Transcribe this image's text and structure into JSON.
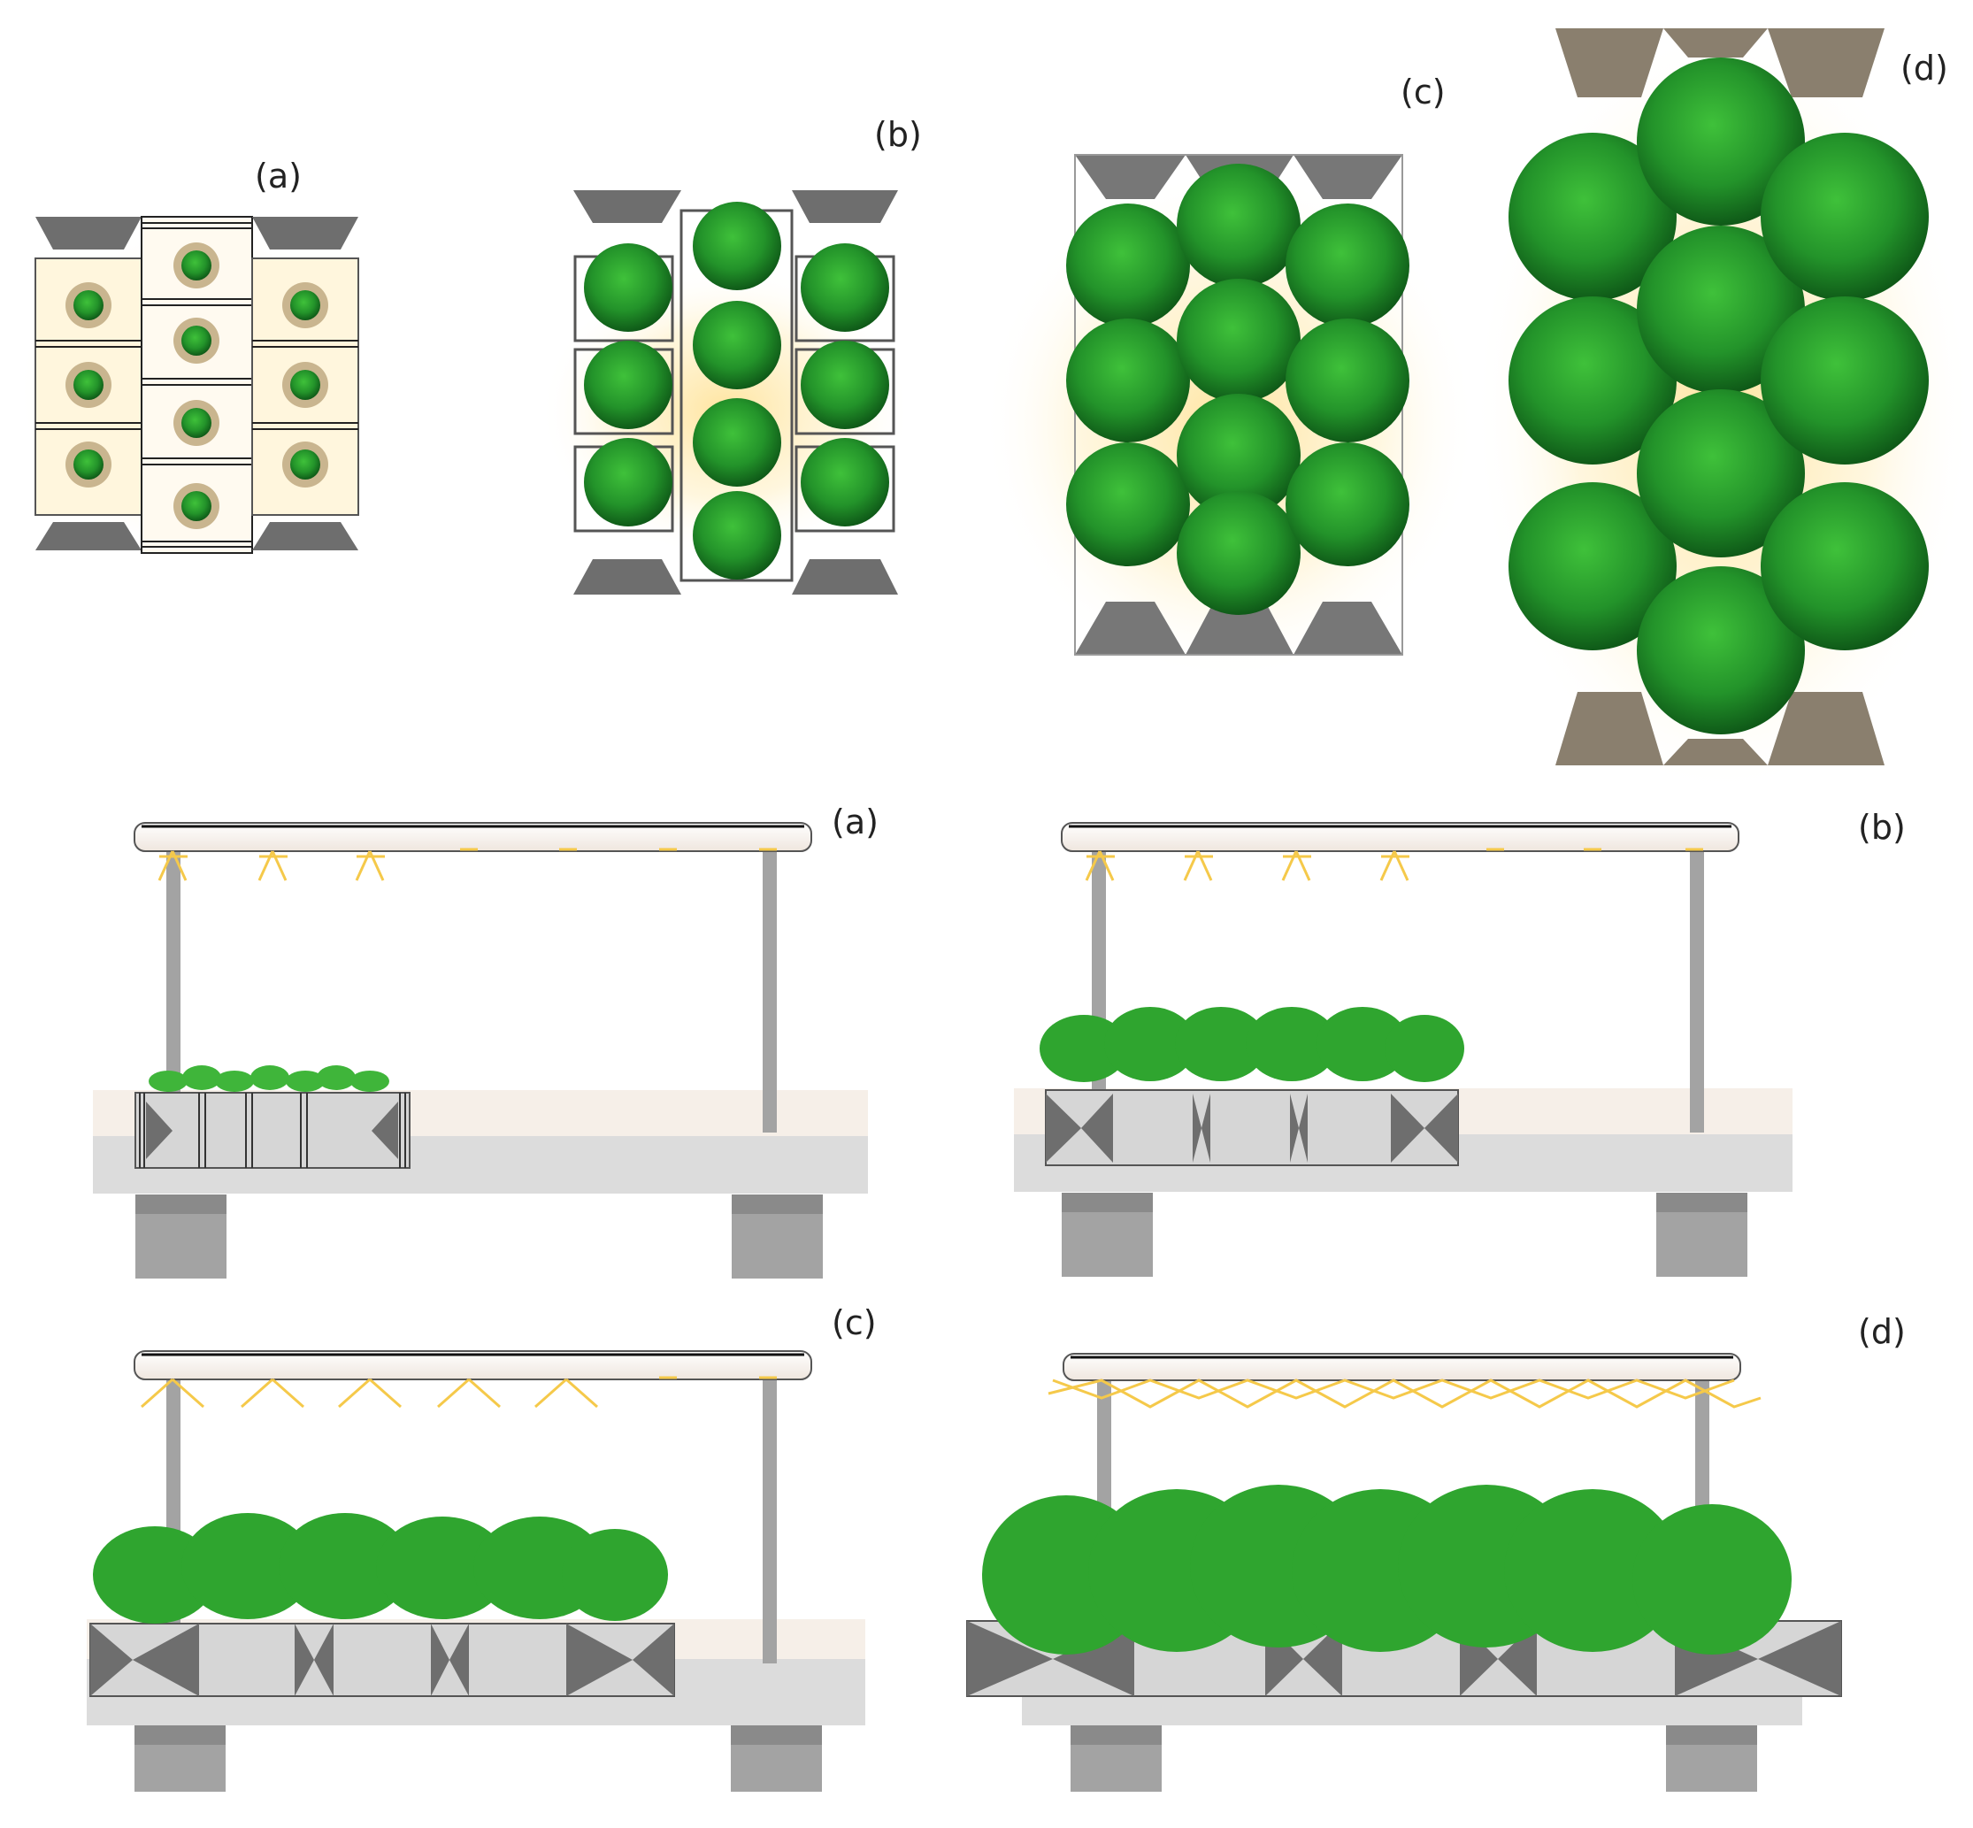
{
  "labels": {
    "top_a": "(a)",
    "top_b": "(b)",
    "top_c": "(c)",
    "top_d": "(d)",
    "side_a": "(a)",
    "side_b": "(b)",
    "side_c": "(c)",
    "side_d": "(d)"
  },
  "colors": {
    "panel_gray": "#6e6e6e",
    "light_gray": "#d6d6d6",
    "table_gray": "#dcdcdc",
    "leg_gray": "#a3a3a3",
    "leg_top": "#8a8a8a",
    "lettuce": "#2fa52f",
    "lettuce_dark": "#1d6e1d",
    "light_glow": "#ffe9a8",
    "light_ray": "#f5c94a",
    "fixture": "#f6f1ec"
  }
}
